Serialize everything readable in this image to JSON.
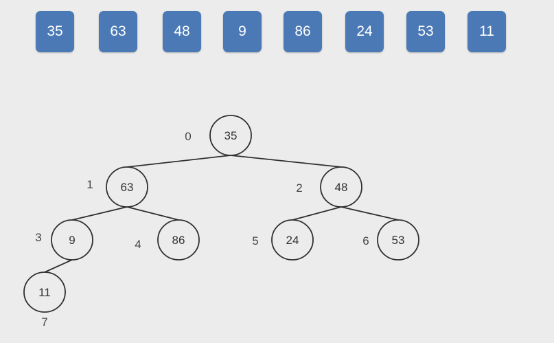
{
  "array": [
    "35",
    "63",
    "48",
    "9",
    "86",
    "24",
    "53",
    "11"
  ],
  "tree": {
    "nodes": [
      {
        "index": "0",
        "value": "35"
      },
      {
        "index": "1",
        "value": "63"
      },
      {
        "index": "2",
        "value": "48"
      },
      {
        "index": "3",
        "value": "9"
      },
      {
        "index": "4",
        "value": "86"
      },
      {
        "index": "5",
        "value": "24"
      },
      {
        "index": "6",
        "value": "53"
      },
      {
        "index": "7",
        "value": "11"
      }
    ],
    "edges": [
      [
        0,
        1
      ],
      [
        0,
        2
      ],
      [
        1,
        3
      ],
      [
        1,
        4
      ],
      [
        2,
        5
      ],
      [
        2,
        6
      ],
      [
        3,
        7
      ]
    ]
  },
  "colors": {
    "array_box": "#4a79b5",
    "array_text": "#ffffff",
    "background": "#ececec",
    "stroke": "#2f2f2f"
  }
}
